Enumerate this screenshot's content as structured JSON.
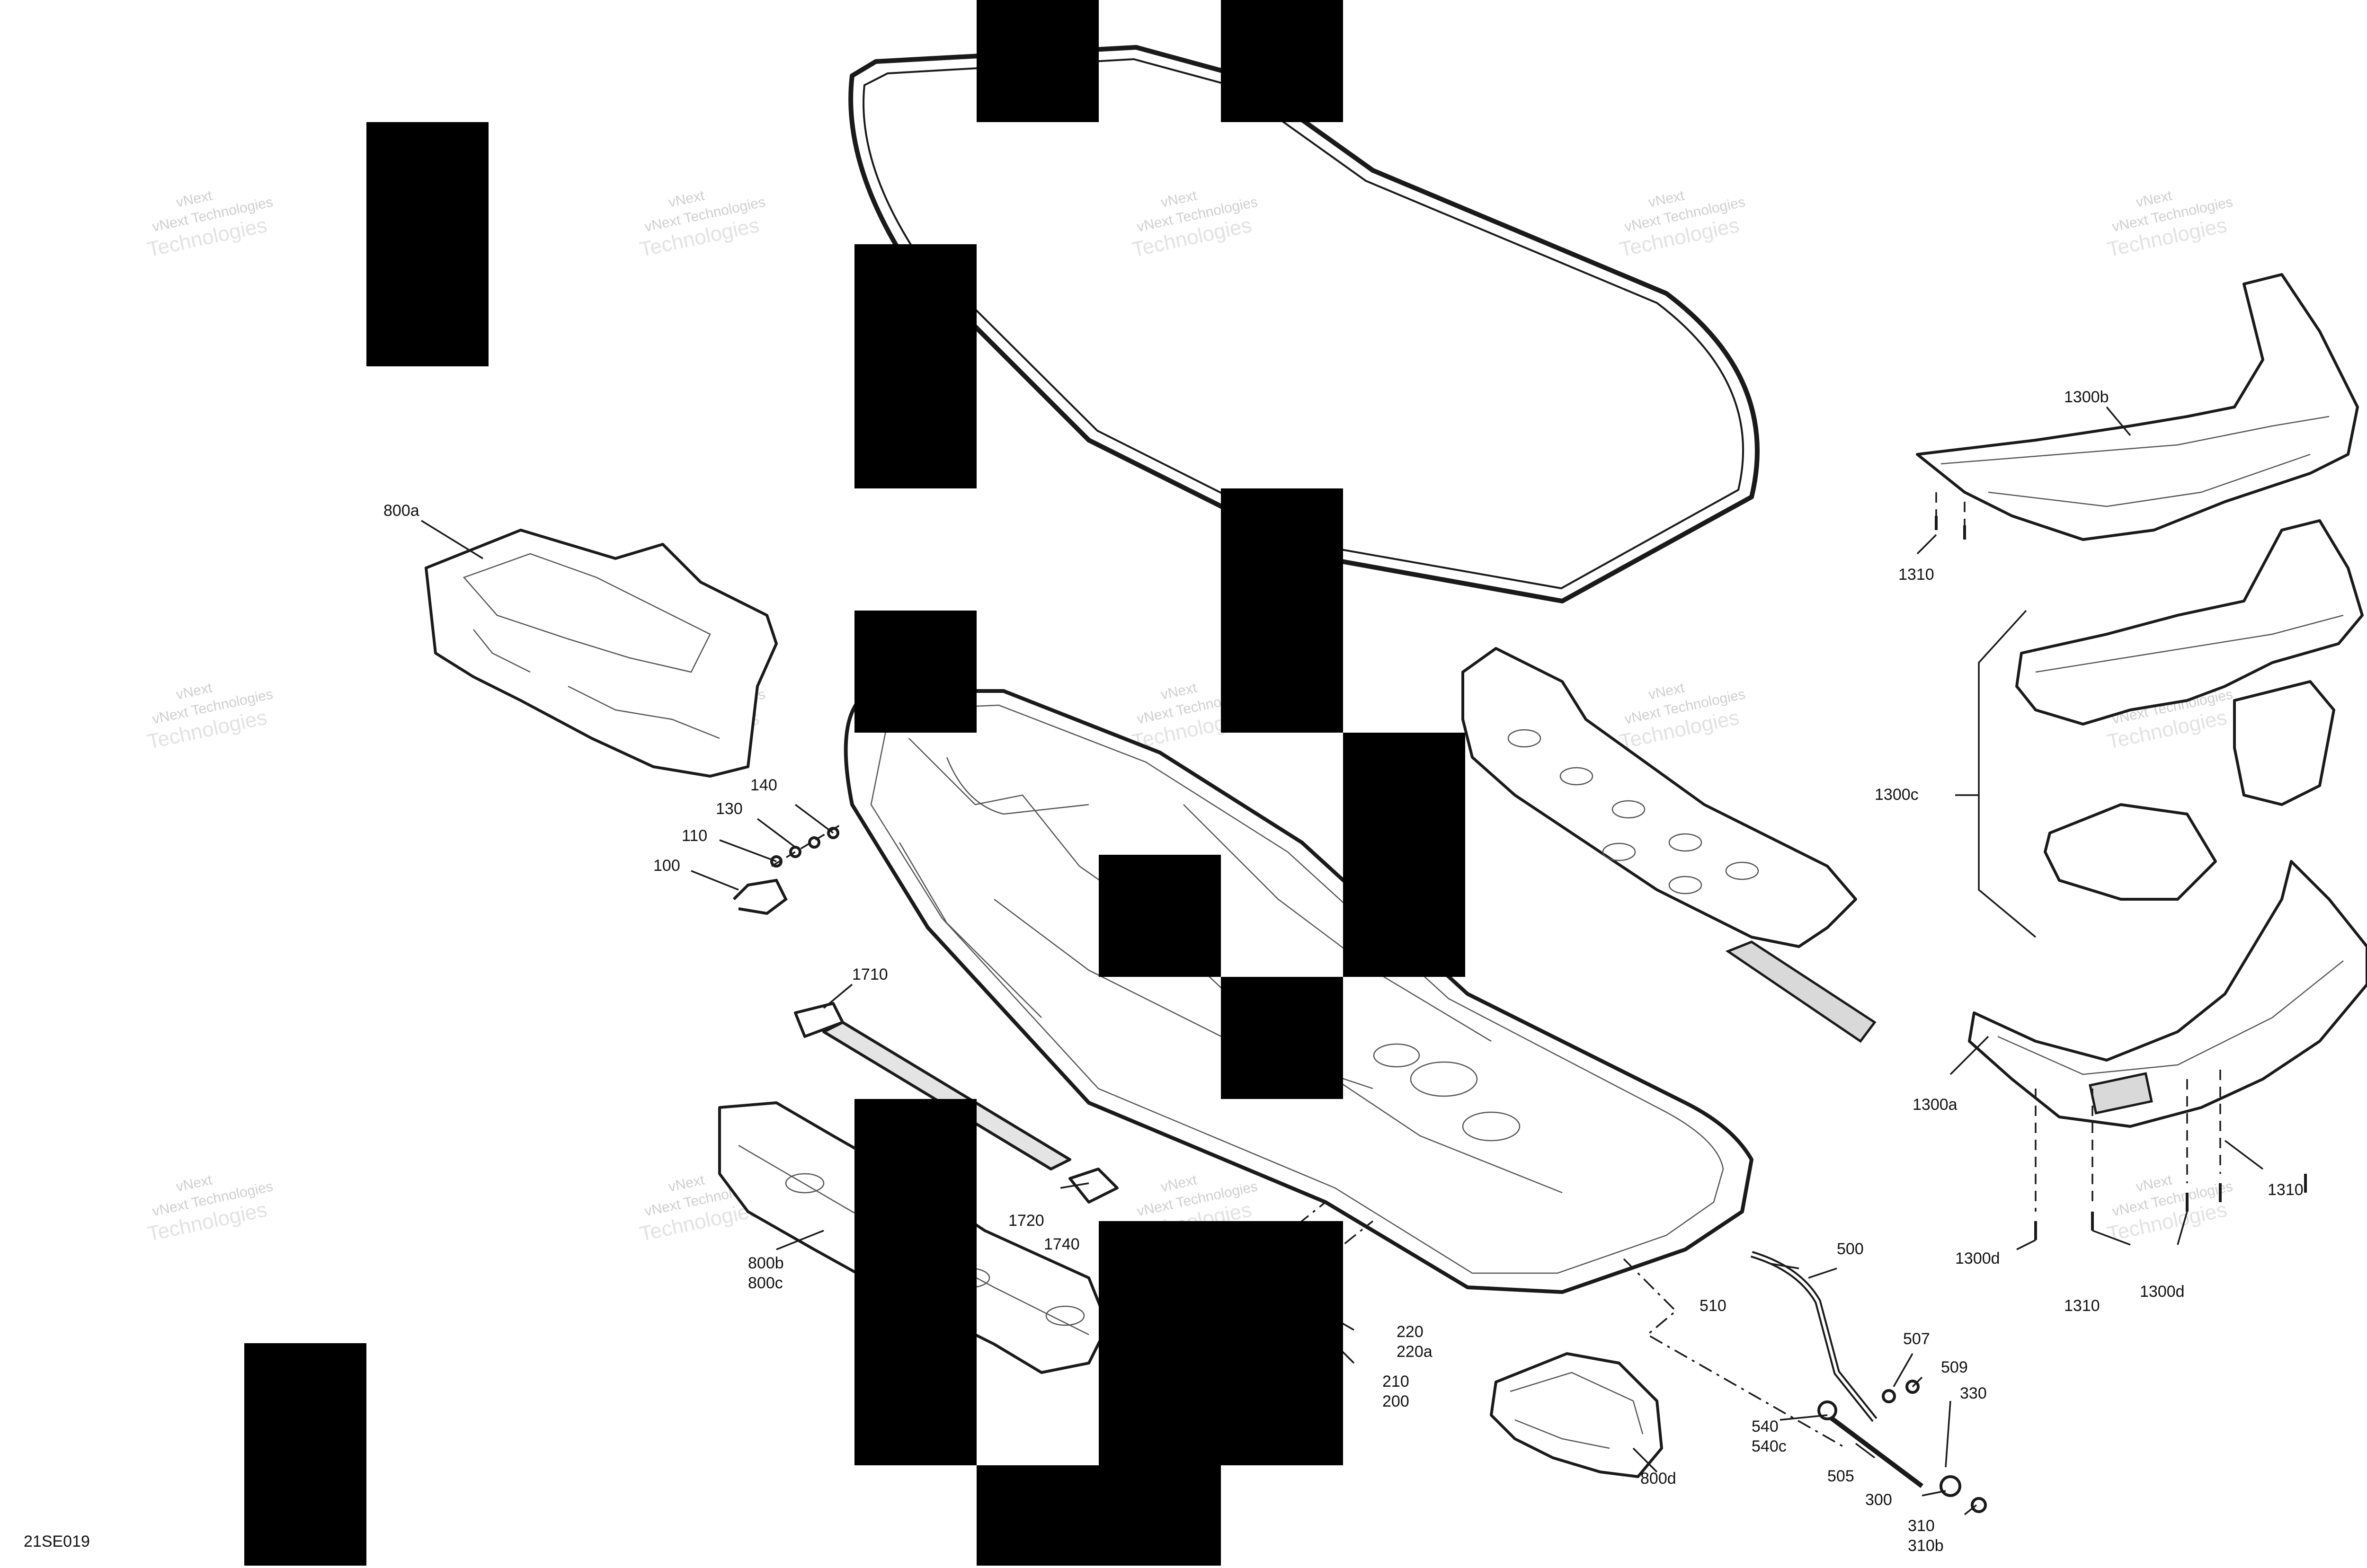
{
  "watermark": {
    "line1": "vNext",
    "line2": "vNext Technologies",
    "line3": "Technologies"
  },
  "drawing_code": "21SE019",
  "callouts": {
    "c800a": "800a",
    "c140": "140",
    "c130": "130",
    "c110": "110",
    "c100": "100",
    "c1710": "1710",
    "c1720": "1720",
    "c1740": "1740",
    "c800b": "800b",
    "c800c": "800c",
    "c220": "220",
    "c220a": "220a",
    "c210": "210",
    "c200": "200",
    "c800d": "800d",
    "c500": "500",
    "c510": "510",
    "c507": "507",
    "c509": "509",
    "c330": "330",
    "c540": "540",
    "c540c": "540c",
    "c505": "505",
    "c300": "300",
    "c310": "310",
    "c310b": "310b",
    "c1300b": "1300b",
    "c1310_top": "1310",
    "c1300c": "1300c",
    "c1300a": "1300a",
    "c1310_right": "1310",
    "c1300d_left": "1300d",
    "c1310_bottom": "1310",
    "c1300d_right": "1300d"
  }
}
